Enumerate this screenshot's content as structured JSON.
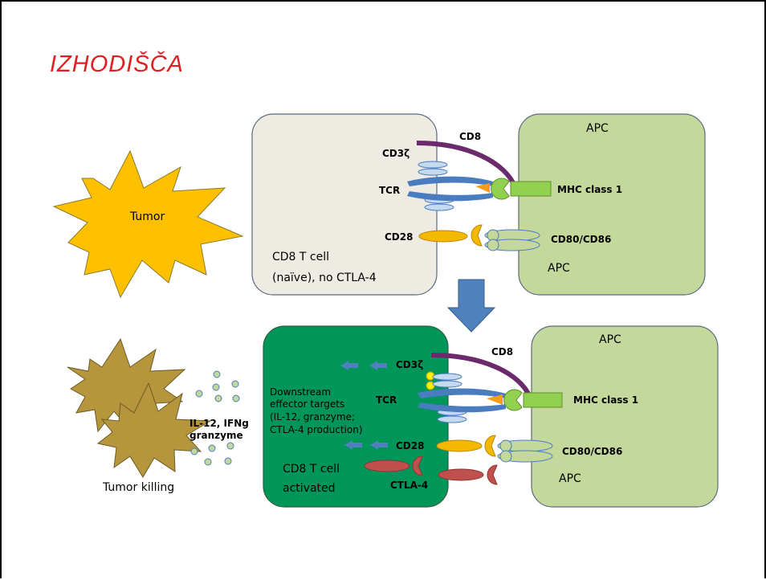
{
  "slide": {
    "title": "IZHODIŠČA"
  },
  "top": {
    "tumor": "Tumor",
    "cell_line1": "CD8 T cell",
    "cell_line2": "(naïve), no CTLA-4",
    "apc_top": "APC",
    "apc_bottom": "APC",
    "cd8": "CD8",
    "cd3z": "CD3ζ",
    "tcr": "TCR",
    "cd28": "CD28",
    "mhc": "MHC class 1",
    "cd80": "CD80/CD86"
  },
  "bottom": {
    "apc_top": "APC",
    "apc_bottom": "APC",
    "cd8": "CD8",
    "cd3z": "CD3ζ",
    "tcr": "TCR",
    "cd28": "CD28",
    "ctla4": "CTLA-4",
    "mhc": "MHC class 1",
    "cd80": "CD80/CD86",
    "downstream": [
      "Downstream",
      "effector targets",
      "(IL-12, granzyme;",
      "CTLA-4 production)"
    ],
    "cell_line1": "CD8 T cell",
    "cell_line2": "activated",
    "cytokines_line1": "IL-12, IFNg",
    "cytokines_line2": "granzyme",
    "tumor_killing": "Tumor killing"
  },
  "colors": {
    "title": "#e02020",
    "naive_cell": "#eeebe2",
    "activated_cell": "#00965a",
    "apc": "#c5d89c",
    "tumor": "#ffc000",
    "dead_tumor": "#b5963d",
    "cd8_arc": "#6b2a6b",
    "tcr": "#4a7cc0",
    "receptor_light": "#c5d9ef",
    "mhc": "#92d050",
    "cd28": "#f5b800",
    "ctla4": "#c0504d",
    "arrow": "#4f81bd"
  }
}
